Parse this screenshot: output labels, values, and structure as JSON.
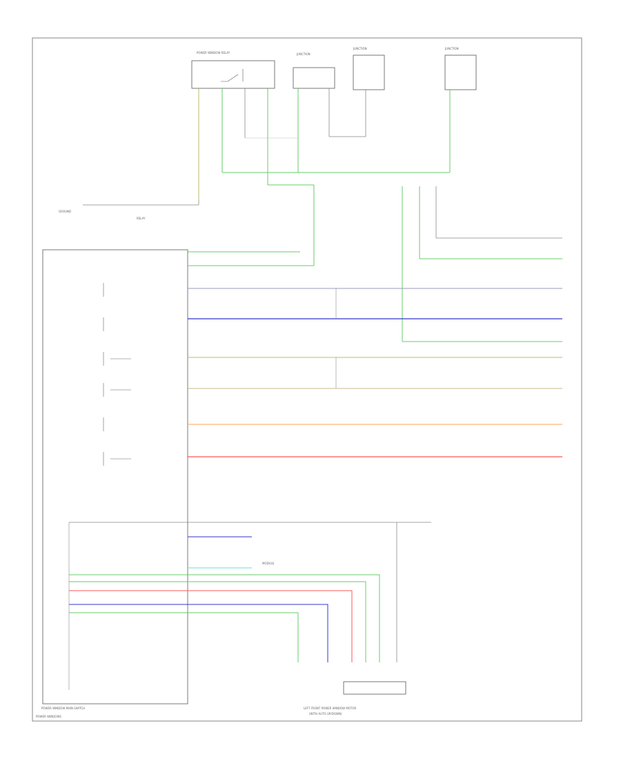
{
  "labels": {
    "relay_top": "POWER WINDOW RELAY",
    "junction_a": "JUNCTION",
    "junction_b": "JUNCTION",
    "junction_c": "JUNCTION",
    "left_ground": "GROUND",
    "left_relay": "RELAY",
    "main_switch": "POWER WINDOW MAIN SWITCH",
    "module": "MODULE",
    "bottom_motor": "LEFT FRONT POWER WINDOW MOTOR",
    "bottom_motor_sub": "(WITH AUTO UP/DOWN)",
    "footer": "POWER WINDOWS"
  },
  "colors": {
    "green": "#66cc66",
    "blue": "#3333cc",
    "red": "#ff5555",
    "orange": "#ffb070",
    "olive": "#bbbb66",
    "tan": "#c8b98a",
    "lavender": "#9999bb",
    "cyan": "#66dddd",
    "gray": "#888888"
  }
}
